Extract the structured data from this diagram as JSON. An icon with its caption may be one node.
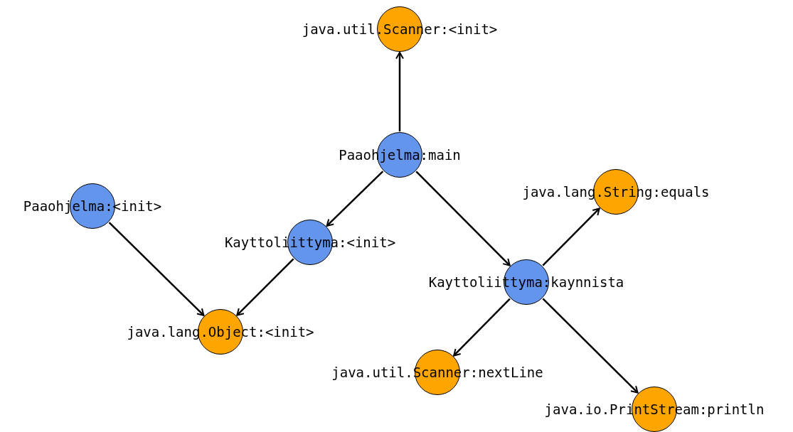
{
  "diagram": {
    "nodes": [
      {
        "text": [
          "java.util.Scanner:<init>"
        ]
      },
      {
        "text": [
          "Paaohjelma:main"
        ]
      },
      {
        "text": [
          "Paaohjelma:<init>"
        ]
      },
      {
        "text": [
          "java.lang.String:equals"
        ]
      },
      {
        "text": [
          "Kayttoliittyma:<init>"
        ]
      },
      {
        "text": [
          "Kayttoliittyma:kaynnista"
        ]
      },
      {
        "text": [
          "java.lang.Object:<init>"
        ]
      },
      {
        "text": [
          "java.util.Scanner:nextLine"
        ]
      },
      {
        "text": [
          "java.io.PrintStream:println"
        ]
      }
    ],
    "edges": [
      {
        "from": 1,
        "to": 0,
        "arrow": "to"
      },
      {
        "from": 1,
        "to": 4,
        "arrow": "to"
      },
      {
        "from": 1,
        "to": 5,
        "arrow": "to"
      },
      {
        "from": 2,
        "to": 6,
        "arrow": "to"
      },
      {
        "from": 4,
        "to": 6,
        "arrow": "to"
      },
      {
        "from": 5,
        "to": 3,
        "arrow": "to"
      },
      {
        "from": 5,
        "to": 7,
        "arrow": "to"
      },
      {
        "from": 5,
        "to": 8,
        "arrow": "to"
      }
    ]
  }
}
